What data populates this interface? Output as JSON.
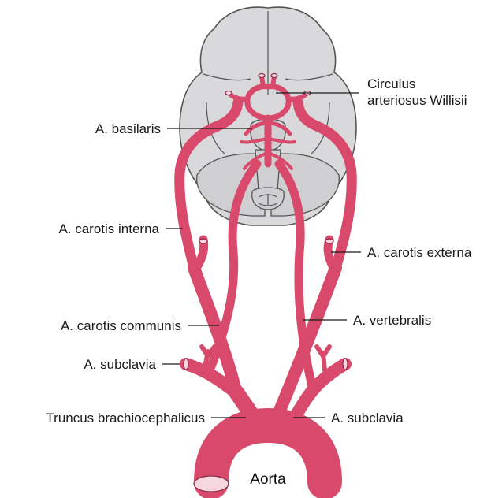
{
  "colors": {
    "artery": "#d8496c",
    "artery_dark": "#8a2a44",
    "brain": "#d9d9db",
    "brain_outline": "#555555",
    "label": "#1a1a1a"
  },
  "labels": {
    "circulus_line1": "Circulus",
    "circulus_line2": "arteriosus Willisii",
    "basilaris": "A. basilaris",
    "carotis_interna": "A. carotis interna",
    "carotis_externa": "A. carotis externa",
    "carotis_communis": "A. carotis communis",
    "vertebralis": "A. vertebralis",
    "subclavia_left": "A. subclavia",
    "subclavia_right": "A. subclavia",
    "truncus": "Truncus brachiocephalicus",
    "aorta": "Aorta"
  }
}
